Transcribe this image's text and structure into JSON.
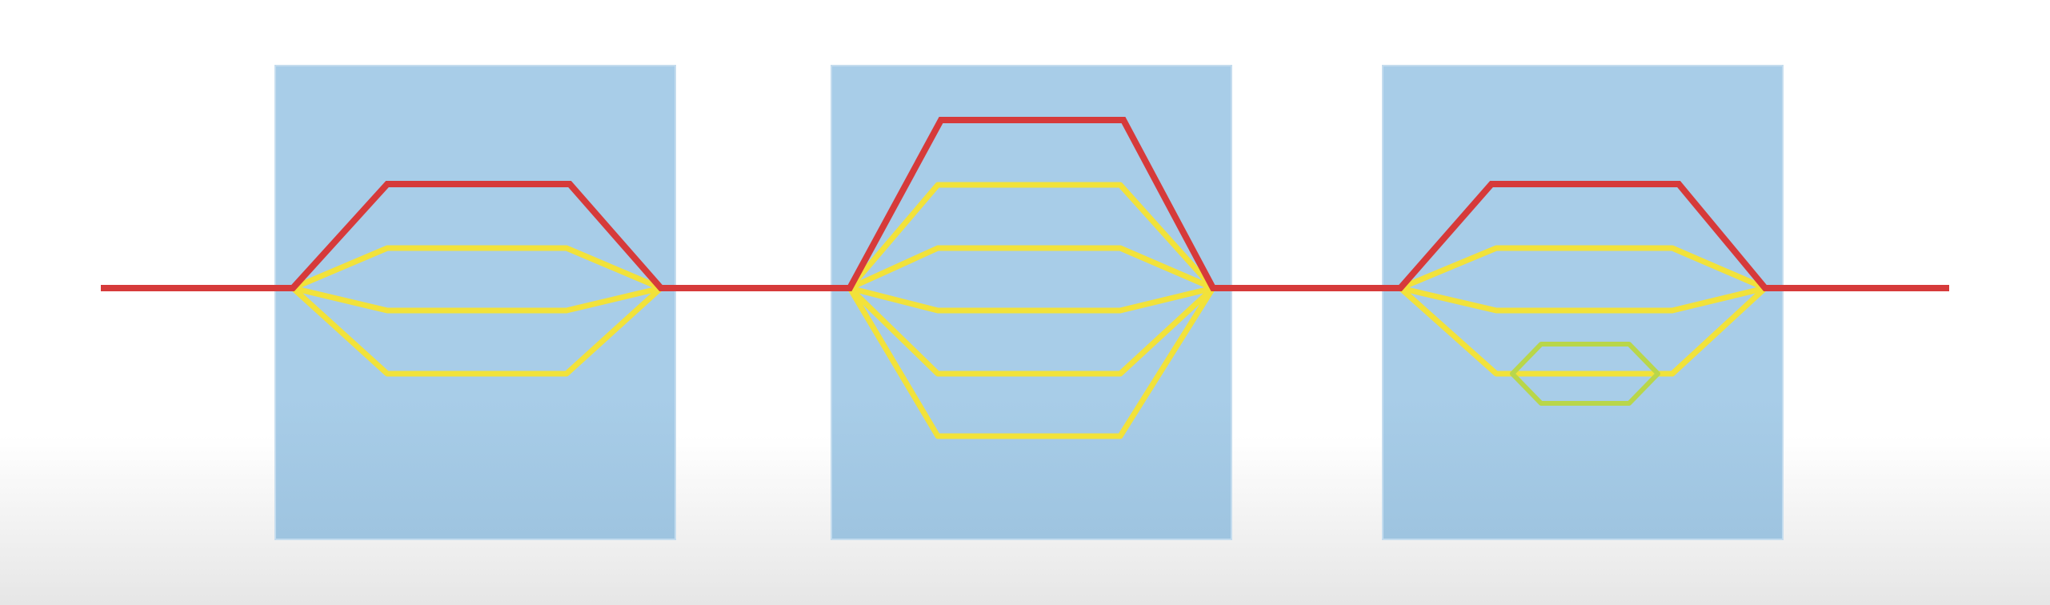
{
  "colors": {
    "block_fill_top": "#a8cde8",
    "block_fill_bottom": "#9ec4e0",
    "block_edge": "#c4dcee",
    "main_path": "#d63a3a",
    "branch_path": "#f2e23a",
    "sub_branch_path": "#b9d64a"
  },
  "blocks": [
    {
      "id": "block-1",
      "branch_count": 3,
      "sub_branch_count": 0
    },
    {
      "id": "block-2",
      "branch_count": 5,
      "sub_branch_count": 0
    },
    {
      "id": "block-3",
      "branch_count": 3,
      "sub_branch_count": 1
    }
  ]
}
